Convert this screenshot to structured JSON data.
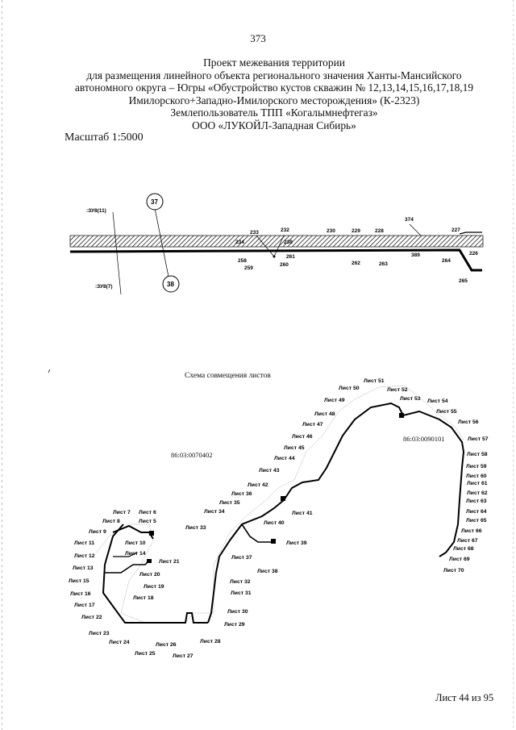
{
  "page_number": "373",
  "title_lines": [
    "Проект межевания территории",
    "для размещения линейного объекта регионального значения Ханты-Мансийского",
    "автономного округа – Югры «Обустройство кустов скважин № 12,13,14,15,16,17,18,19",
    "Имилорского+Западно-Имилорского месторождения» (К-2323)",
    "Землепользователь ТПП «Когалымнефтегаз»",
    "ООО «ЛУКОЙЛ-Западная Сибирь»"
  ],
  "scale": "Масштаб 1:5000",
  "plan": {
    "circle_left": "37",
    "circle_bottom": "38",
    "zu_top": ":ЗУ8(11)",
    "zu_bottom": ":ЗУ8(7)",
    "band_label_1": "234",
    "band_label_2": "238",
    "points": [
      "233",
      "232",
      "230",
      "229",
      "228",
      "374",
      "227",
      "258",
      "259",
      "261",
      "260",
      "262",
      "263",
      "389",
      "264",
      "226",
      "265"
    ]
  },
  "schema": {
    "title": "Схема совмещения листов",
    "cadastral_left": "86:03:0070402",
    "cadastral_right": "86:03:0090101",
    "sheets": [
      "Лист 5",
      "Лист 6",
      "Лист 7",
      "Лист 8",
      "Лист 9",
      "Лист 10",
      "Лист 11",
      "Лист 12",
      "Лист 13",
      "Лист 14",
      "Лист 15",
      "Лист 16",
      "Лист 17",
      "Лист 18",
      "Лист 19",
      "Лист 20",
      "Лист 21",
      "Лист 22",
      "Лист 23",
      "Лист 24",
      "Лист 25",
      "Лист 26",
      "Лист 27",
      "Лист 28",
      "Лист 29",
      "Лист 30",
      "Лист 31",
      "Лист 32",
      "Лист 33",
      "Лист 34",
      "Лист 35",
      "Лист 36",
      "Лист 37",
      "Лист 38",
      "Лист 39",
      "Лист 40",
      "Лист 41",
      "Лист 42",
      "Лист 43",
      "Лист 44",
      "Лист 45",
      "Лист 46",
      "Лист 47",
      "Лист 48",
      "Лист 49",
      "Лист 50",
      "Лист 51",
      "Лист 52",
      "Лист 53",
      "Лист 54",
      "Лист 55",
      "Лист 56",
      "Лист 57",
      "Лист 58",
      "Лист 59",
      "Лист 60",
      "Лист 61",
      "Лист 62",
      "Лист 63",
      "Лист 64",
      "Лист 65",
      "Лист 66",
      "Лист 67",
      "Лист 68",
      "Лист 69",
      "Лист 70"
    ]
  },
  "footer": "Лист 44 из 95"
}
